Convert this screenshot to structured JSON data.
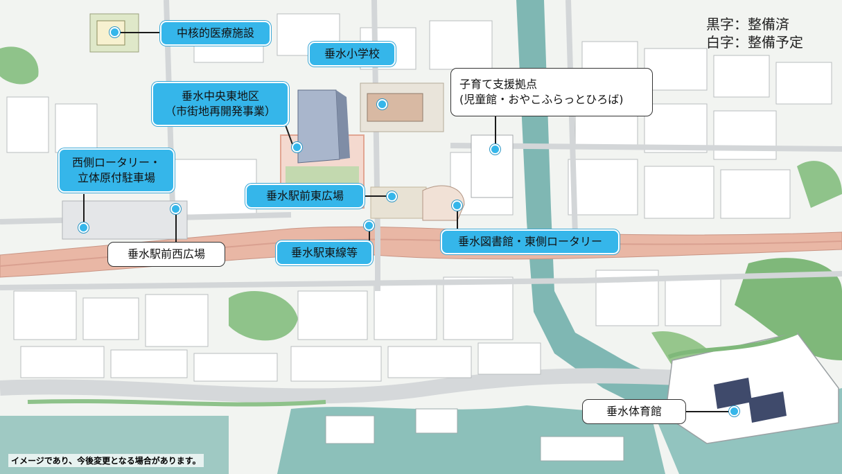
{
  "legend": {
    "black": "黒字：整備済",
    "white": "白字：整備予定"
  },
  "labels": {
    "medical": "中核的医療施設",
    "school": "垂水小学校",
    "central_east_1": "垂水中央東地区",
    "central_east_2": "（市街地再開発事業）",
    "childcare_1": "子育て支援拠点",
    "childcare_2": "(児童館・おやこふらっとひろば)",
    "west_rotary_1": "西側ロータリー・",
    "west_rotary_2": "立体原付駐車場",
    "east_plaza": "垂水駅前東広場",
    "west_plaza": "垂水駅前西広場",
    "east_line": "垂水駅東線等",
    "library": "垂水図書館・東側ロータリー",
    "gym": "垂水体育館"
  },
  "disclaimer": "イメージであり、今後変更となる場合があります。",
  "colors": {
    "done_fill": "#35b6ea",
    "plan_fill": "#ffffff",
    "rail": "#e9b7a5",
    "water": "#7fb7b3",
    "green": "#7fb87a"
  }
}
